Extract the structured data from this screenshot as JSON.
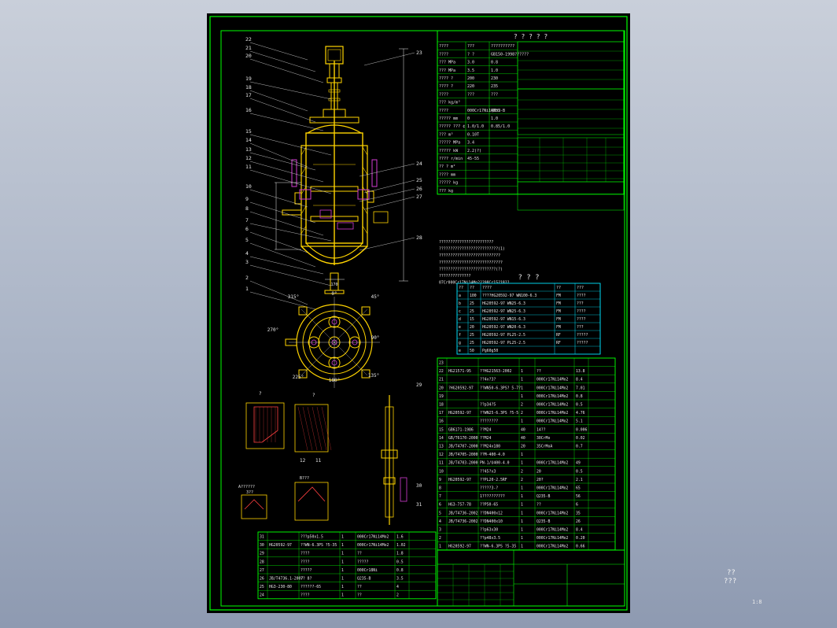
{
  "colors": {
    "background_top": "#c9cfda",
    "sheet": "#000000",
    "frame": "#00ff00",
    "table_alt": "#00e5ff",
    "vessel": "#ffd400",
    "equipment": "#d23cd2",
    "annotation": "#e8e8e8",
    "hatch": "#ff4040"
  },
  "main_view": {
    "part_numbers_left": [
      "22",
      "21",
      "20",
      "19",
      "18",
      "17",
      "16",
      "15",
      "14",
      "13",
      "12",
      "11",
      "10",
      "9",
      "8",
      "7",
      "6",
      "5",
      "4",
      "3",
      "2",
      "1"
    ],
    "part_numbers_right": [
      "23",
      "24",
      "25",
      "26",
      "27",
      "28"
    ],
    "dimension_labels": [
      "170"
    ]
  },
  "plan_view": {
    "angles": [
      "315°",
      "0°",
      "45°",
      "270°",
      "90°",
      "225°",
      "180°",
      "135°"
    ]
  },
  "detail_views": {
    "labels": [
      "?",
      "?",
      "B???",
      "A??????",
      "3??",
      "29",
      "30",
      "31",
      "12",
      "11"
    ]
  },
  "tech_table": {
    "title": "? ? ? ? ?",
    "rows": [
      [
        "????",
        "???",
        "??????????"
      ],
      [
        "????",
        "? ?",
        "GB150-1998??????"
      ],
      [
        "??? MPa",
        "3.0",
        "0.8"
      ],
      [
        "??? MPa",
        "3.5",
        "1.0"
      ],
      [
        "???? ?",
        "200",
        "230"
      ],
      [
        "???? ?",
        "220",
        "235"
      ],
      [
        "????",
        "???",
        "???"
      ],
      [
        "??? kg/m³",
        "",
        ""
      ],
      [
        "????",
        "000Cr17Ni14Mo2",
        "Q235-B"
      ],
      [
        "????? mm",
        "0",
        "1.0"
      ],
      [
        "????? ??? ¢",
        "1.0/1.0",
        "0.85/1.0"
      ],
      [
        "??? m³",
        "0.10T",
        ""
      ],
      [
        "????? MPa",
        "3.4",
        ""
      ],
      [
        "????? kW",
        "2.2(?)",
        ""
      ],
      [
        "???? r/min",
        "45-55",
        ""
      ],
      [
        "?? ? m²",
        "",
        ""
      ],
      [
        "???? mm",
        "",
        ""
      ],
      [
        "????? kg",
        "",
        ""
      ],
      [
        "??? kg",
        "",
        ""
      ]
    ]
  },
  "tech_notes": [
    "????????????????????????",
    "??????????????????????????(1)",
    "???????????????????????????",
    "????????????????????????????",
    "?????????????????????????(?)",
    "??????????????",
    "07Cr000Cr17Ni14Mo2??08Cr15?18??"
  ],
  "nozzle_table": {
    "title": "? ? ?",
    "header": [
      "??",
      "??",
      "????",
      "??",
      "???"
    ],
    "rows": [
      [
        "a",
        "100",
        "????HG20592-97 WN100-6.3",
        "FM",
        "????"
      ],
      [
        "b",
        "25",
        "HG20592-97 WN25-6.3",
        "FM",
        "???"
      ],
      [
        "c",
        "25",
        "HG20592-97 WN25-6.3",
        "FM",
        "????"
      ],
      [
        "d",
        "15",
        "HG20592-97 WN15-6.3",
        "FM",
        "????"
      ],
      [
        "e",
        "20",
        "HG20592-97 WN20-6.3",
        "FM",
        "???"
      ],
      [
        "f",
        "25",
        "HG20592-97 PL25-2.5",
        "RF",
        "?????"
      ],
      [
        "g",
        "25",
        "HG20592-97 PL25-2.5",
        "RF",
        "?????"
      ],
      [
        "e",
        "50",
        "Pg60g50",
        "",
        ""
      ]
    ]
  },
  "bom": {
    "rows_right": [
      [
        "23",
        "",
        "",
        "",
        "",
        ""
      ],
      [
        "22",
        "HG21571-95",
        "??HG21563-2002",
        "1",
        "??",
        "13.8"
      ],
      [
        "21",
        "",
        "??4x?3?",
        "1",
        "000Cr17Ni14Mo2",
        "8.4"
      ],
      [
        "20",
        "?HG20592-97",
        "??WN50-6.3PS? 5-7?",
        "1",
        "000Cr17Ni14Mo2",
        "7.01"
      ],
      [
        "19",
        "",
        "",
        "1",
        "000Cr17Ni14Mo2",
        "0.8"
      ],
      [
        "18",
        "",
        "??p34?5",
        "2",
        "000Cr17Ni14Mo2",
        "0.5"
      ],
      [
        "17",
        "HG20592-97",
        "??WN25-6.3PS ?5-5",
        "2",
        "000Cr17Ni14Mo2",
        "4.76"
      ],
      [
        "16",
        "",
        "????????",
        "1",
        "000Cr17Ni14Mo2",
        "5.1"
      ],
      [
        "15",
        "GB6171-1986",
        "??M24",
        "40",
        "14??",
        "0.006"
      ],
      [
        "14",
        "GB/T6170-2000",
        "??M24",
        "40",
        "30CrMo",
        "0.02"
      ],
      [
        "13",
        "JB/T4707-2000",
        "??M24x180",
        "20",
        "35CrMoA",
        "0.7"
      ],
      [
        "12",
        "JB/T4705-2000",
        "??M-400-4.0",
        "1",
        "",
        ""
      ],
      [
        "11",
        "JB/T4703-2000",
        "PN-1/U400-4.0",
        "1",
        "000Cr17Ni14Mo2",
        "49"
      ],
      [
        "10",
        "",
        "??45?x3",
        "2",
        "20",
        "0.5"
      ],
      [
        "9",
        "HG20592-97",
        "??PL20-2.5RF",
        "2",
        "20?",
        "2.1"
      ],
      [
        "8",
        "",
        "?????3-?",
        "1",
        "000Cr17Ni14Mo2",
        "65"
      ],
      [
        "7",
        "",
        "1??????????",
        "1",
        "Q235-B",
        "56"
      ],
      [
        "6",
        "HG3-757-78",
        "??P50-65",
        "1",
        "??",
        "6"
      ],
      [
        "5",
        "JB/T4736-2002",
        "??DN400x12",
        "1",
        "000Cr17Ni14Mo2",
        "35"
      ],
      [
        "4",
        "JB/T4736-2002",
        "??DN400x10",
        "1",
        "Q235-B",
        "26"
      ],
      [
        "3",
        "",
        "??p63x30",
        "1",
        "000Cr17Ni14Mo2",
        "8.4"
      ],
      [
        "2",
        "",
        "??p48x3.5",
        "1",
        "000Cr17Ni14Mo2",
        "0.20"
      ],
      [
        "1",
        "HG20592-97",
        "??WN-6.3PS ?5-35",
        "1",
        "000Cr17Ni14Mo2",
        "0.66"
      ]
    ],
    "rows_left": [
      [
        "31",
        "",
        "???p50x1.5",
        "1",
        "000Cr17Ni14Mo2",
        "1.6"
      ],
      [
        "30",
        "HG20592-97",
        "??WN-6.3PS ?5-35",
        "1",
        "000Cr17Ni14Mo2",
        "1.02"
      ],
      [
        "29",
        "",
        "????",
        "1",
        "??",
        "1.8"
      ],
      [
        "28",
        "",
        "????",
        "1",
        "?????",
        "0.5"
      ],
      [
        "27",
        "",
        "?????",
        "1",
        "000Cr18Ni",
        "0.8"
      ],
      [
        "26",
        "JB/T4736.1-2007",
        "?? 8?",
        "1",
        "Q235-B",
        "3.5"
      ],
      [
        "25",
        "HG3-230-80",
        "??????-65",
        "1",
        "??",
        "4"
      ],
      [
        "24",
        "",
        "????",
        "1",
        "??",
        "2"
      ]
    ]
  },
  "title_block": {
    "name_line1": "??",
    "name_line2": "???",
    "scale": "1:8"
  }
}
